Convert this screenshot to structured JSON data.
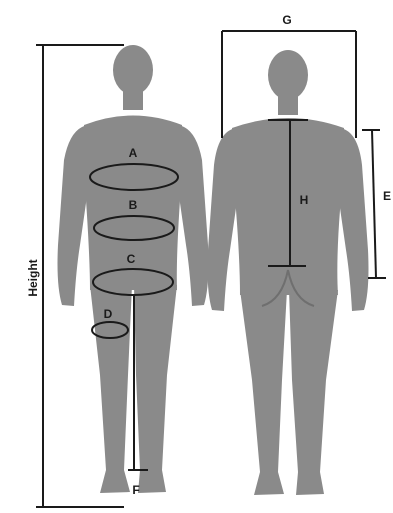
{
  "labels": {
    "a": "A",
    "b": "B",
    "c": "C",
    "d": "D",
    "e": "E",
    "f": "F",
    "g": "G",
    "h": "H",
    "height": "Height"
  },
  "colors": {
    "silhouette": "#8a8a8a",
    "lines": "#1a1a1a",
    "background": "#ffffff"
  }
}
